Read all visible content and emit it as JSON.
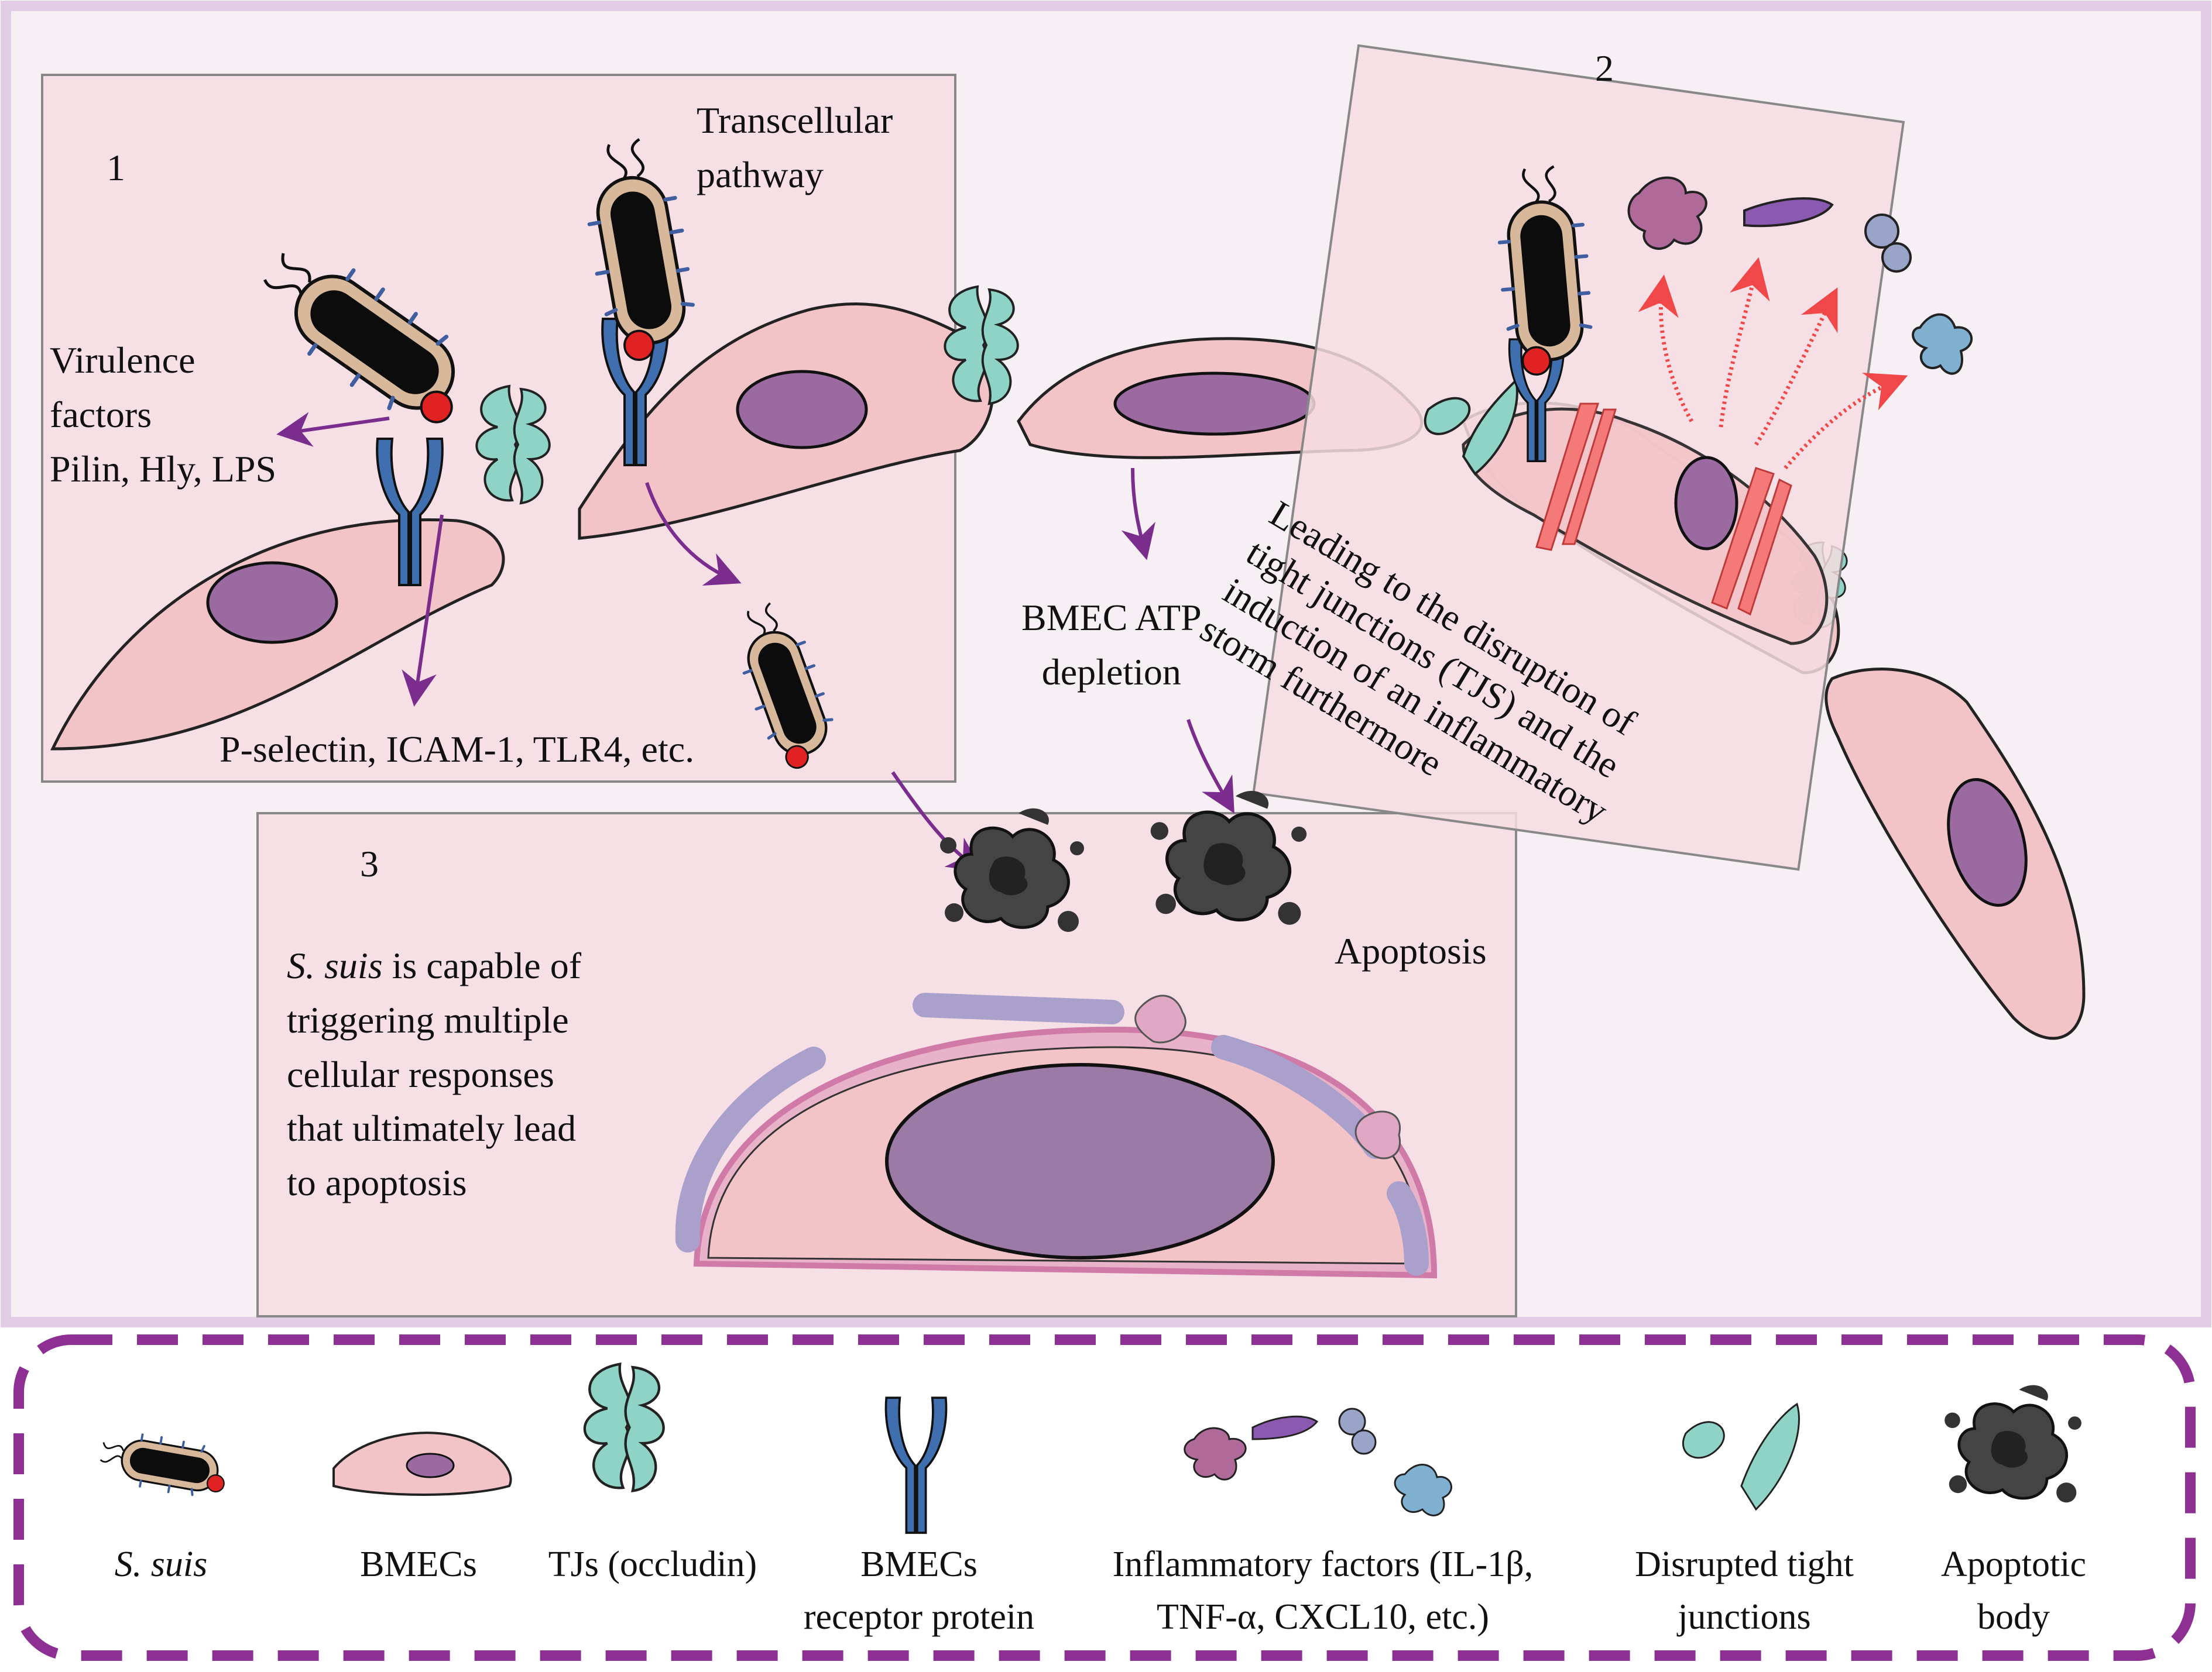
{
  "panels": {
    "p1": {
      "number": "1"
    },
    "p2": {
      "number": "2"
    },
    "p3": {
      "number": "3"
    }
  },
  "labels": {
    "transcellular": [
      "Transcellular",
      "pathway"
    ],
    "virulence": [
      "Virulence",
      "factors",
      "Pilin, Hly, LPS"
    ],
    "receptors": "P-selectin, ICAM-1, TLR4, etc.",
    "atp": [
      "BMEC ATP",
      "depletion"
    ],
    "apoptosis": "Apoptosis",
    "tj_disruption": [
      "Leading to the disruption of",
      "tight junctions (TJS) and the",
      "induction of an inflammatory",
      "storm furthermore"
    ],
    "ssuis_italic": "S. suis",
    "ssuis_rest": " is capable of",
    "p3_lines": [
      "triggering multiple",
      "cellular responses",
      "that ultimately lead",
      "to apoptosis"
    ]
  },
  "legend": {
    "items": [
      {
        "name": "ssuis",
        "icon": "bacterium-icon",
        "label": [
          "S. suis"
        ],
        "italic": true
      },
      {
        "name": "bmecs",
        "icon": "endothelial-cell-icon",
        "label": [
          "BMECs"
        ]
      },
      {
        "name": "tjs",
        "icon": "tight-junction-icon",
        "label": [
          "TJs (occludin)"
        ]
      },
      {
        "name": "receptor",
        "icon": "receptor-icon",
        "label": [
          "BMECs",
          "receptor protein"
        ]
      },
      {
        "name": "inflammatory",
        "icon": "cytokines-icon",
        "label": [
          "Inflammatory factors (IL-1β,",
          "TNF-α, CXCL10, etc.)"
        ]
      },
      {
        "name": "disrupted",
        "icon": "disrupted-junction-icon",
        "label": [
          "Disrupted tight",
          "junctions"
        ]
      },
      {
        "name": "apoptotic",
        "icon": "apoptotic-body-icon",
        "label": [
          "Apoptotic",
          "body"
        ]
      }
    ]
  },
  "colors": {
    "outer_bg": "#f6eff4",
    "outer_border": "#e3cde6",
    "panel_fill": "#f6dde2",
    "cell": "#f2c4c8",
    "nucleus": "#9b6aa0",
    "tight_junction": "#8fd3c7",
    "receptor": "#3f6fae",
    "arrow_purple": "#7b2d8e",
    "arrow_red": "#f04848",
    "legend_dash": "#8e2f93"
  }
}
